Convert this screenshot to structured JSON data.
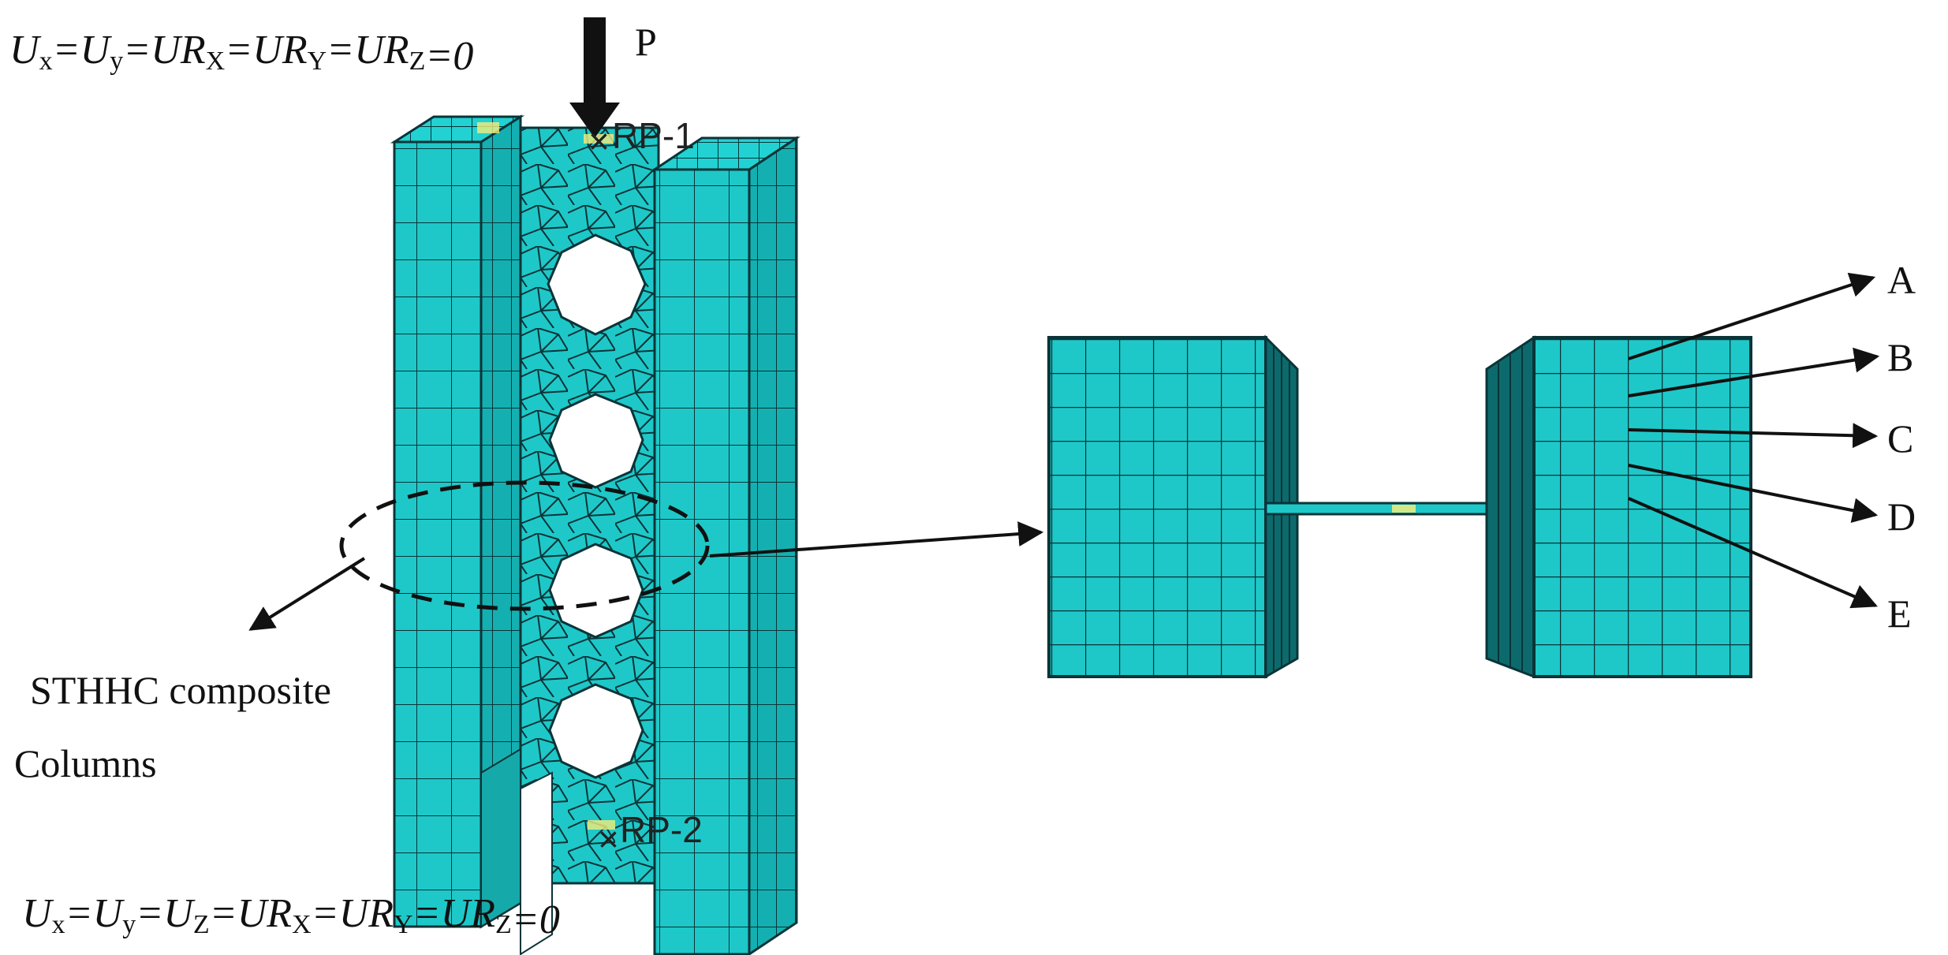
{
  "colors": {
    "mesh_face": "#1ec8c8",
    "mesh_face_dark": "#16a9aa",
    "mesh_face_side": "#12b3b4",
    "mesh_line": "#0a3438",
    "marker_yellow": "#f4ec7a",
    "text": "#111111"
  },
  "labels": {
    "load": "P",
    "rp1": "RP-1",
    "rp2": "RP-2",
    "composite_line1": "STHHC composite",
    "composite_line2": "Columns",
    "points": [
      "A",
      "B",
      "C",
      "D",
      "E"
    ]
  },
  "boundary_top": {
    "parts": [
      {
        "t": "U",
        "s": "x"
      },
      {
        "t": "=U",
        "s": "y"
      },
      {
        "t": "=UR",
        "s": "X"
      },
      {
        "t": "=UR",
        "s": "Y"
      },
      {
        "t": "=UR",
        "s": "Z"
      },
      {
        "t": "=0",
        "s": ""
      }
    ]
  },
  "boundary_bottom": {
    "parts": [
      {
        "t": "U",
        "s": "x"
      },
      {
        "t": "=U",
        "s": "y"
      },
      {
        "t": "=U",
        "s": "Z"
      },
      {
        "t": "=UR",
        "s": "X"
      },
      {
        "t": "=UR",
        "s": "Y"
      },
      {
        "t": "=UR",
        "s": "Z"
      },
      {
        "t": "=0",
        "s": ""
      }
    ]
  },
  "icons": {
    "load_arrow": "down-arrow-icon",
    "rp_marker": "cross-marker-icon"
  }
}
